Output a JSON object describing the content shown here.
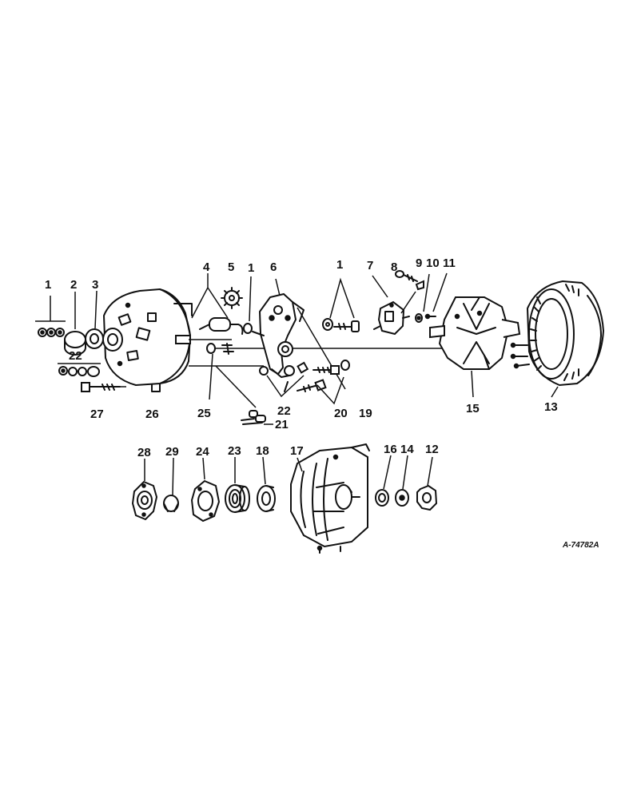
{
  "diagram": {
    "reference_code": "A-74782A",
    "callouts": [
      {
        "id": "c1a",
        "text": "1"
      },
      {
        "id": "c2",
        "text": "2"
      },
      {
        "id": "c3",
        "text": "3"
      },
      {
        "id": "c22a",
        "text": "22"
      },
      {
        "id": "c27",
        "text": "27"
      },
      {
        "id": "c26",
        "text": "26"
      },
      {
        "id": "c4",
        "text": "4"
      },
      {
        "id": "c5",
        "text": "5"
      },
      {
        "id": "c1b",
        "text": "1"
      },
      {
        "id": "c6",
        "text": "6"
      },
      {
        "id": "c25",
        "text": "25"
      },
      {
        "id": "c21",
        "text": "21"
      },
      {
        "id": "c22b",
        "text": "22"
      },
      {
        "id": "c1c",
        "text": "1"
      },
      {
        "id": "c7",
        "text": "7"
      },
      {
        "id": "c8",
        "text": "8"
      },
      {
        "id": "c9",
        "text": "9"
      },
      {
        "id": "c10",
        "text": "10"
      },
      {
        "id": "c11",
        "text": "11"
      },
      {
        "id": "c20",
        "text": "20"
      },
      {
        "id": "c19",
        "text": "19"
      },
      {
        "id": "c15",
        "text": "15"
      },
      {
        "id": "c13",
        "text": "13"
      },
      {
        "id": "c28",
        "text": "28"
      },
      {
        "id": "c29",
        "text": "29"
      },
      {
        "id": "c24",
        "text": "24"
      },
      {
        "id": "c23",
        "text": "23"
      },
      {
        "id": "c18",
        "text": "18"
      },
      {
        "id": "c17",
        "text": "17"
      },
      {
        "id": "c16",
        "text": "16"
      },
      {
        "id": "c14",
        "text": "14"
      },
      {
        "id": "c12",
        "text": "12"
      }
    ]
  }
}
